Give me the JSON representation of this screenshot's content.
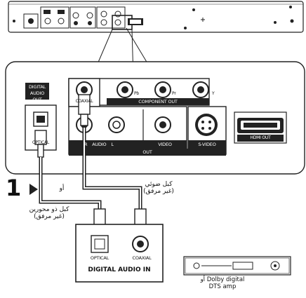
{
  "panel": {
    "digital_audio_out": [
      "DIGITAL",
      "AUDIO OUT"
    ],
    "component_out": "COMPONENT OUT",
    "pb": "Pb",
    "pr": "Pr",
    "y": "Y",
    "coaxial": "COAXIAL",
    "optical": "OPTICAL",
    "audio": "AUDIO",
    "r": "R",
    "l": "L",
    "video": "VIDEO",
    "svideo": "S-VIDEO",
    "out": "OUT",
    "hdmi_out": "HDMI OUT"
  },
  "step": {
    "number": "1",
    "or": "أو"
  },
  "cables": {
    "coax_cable_line1": "كبل ضوئي",
    "coax_cable_line2": "(غير مرفق)",
    "optical_cable_line1": "كبل ذو محورين",
    "optical_cable_line2": "(غير مرفق)"
  },
  "receiver_panel": {
    "optical": "OPTICAL",
    "coaxial": "COAXIAL",
    "digital_audio_in": "DIGITAL AUDIO IN"
  },
  "amp": {
    "or": "أو",
    "line1": "Dolby digital",
    "line2": "DTS amp"
  }
}
